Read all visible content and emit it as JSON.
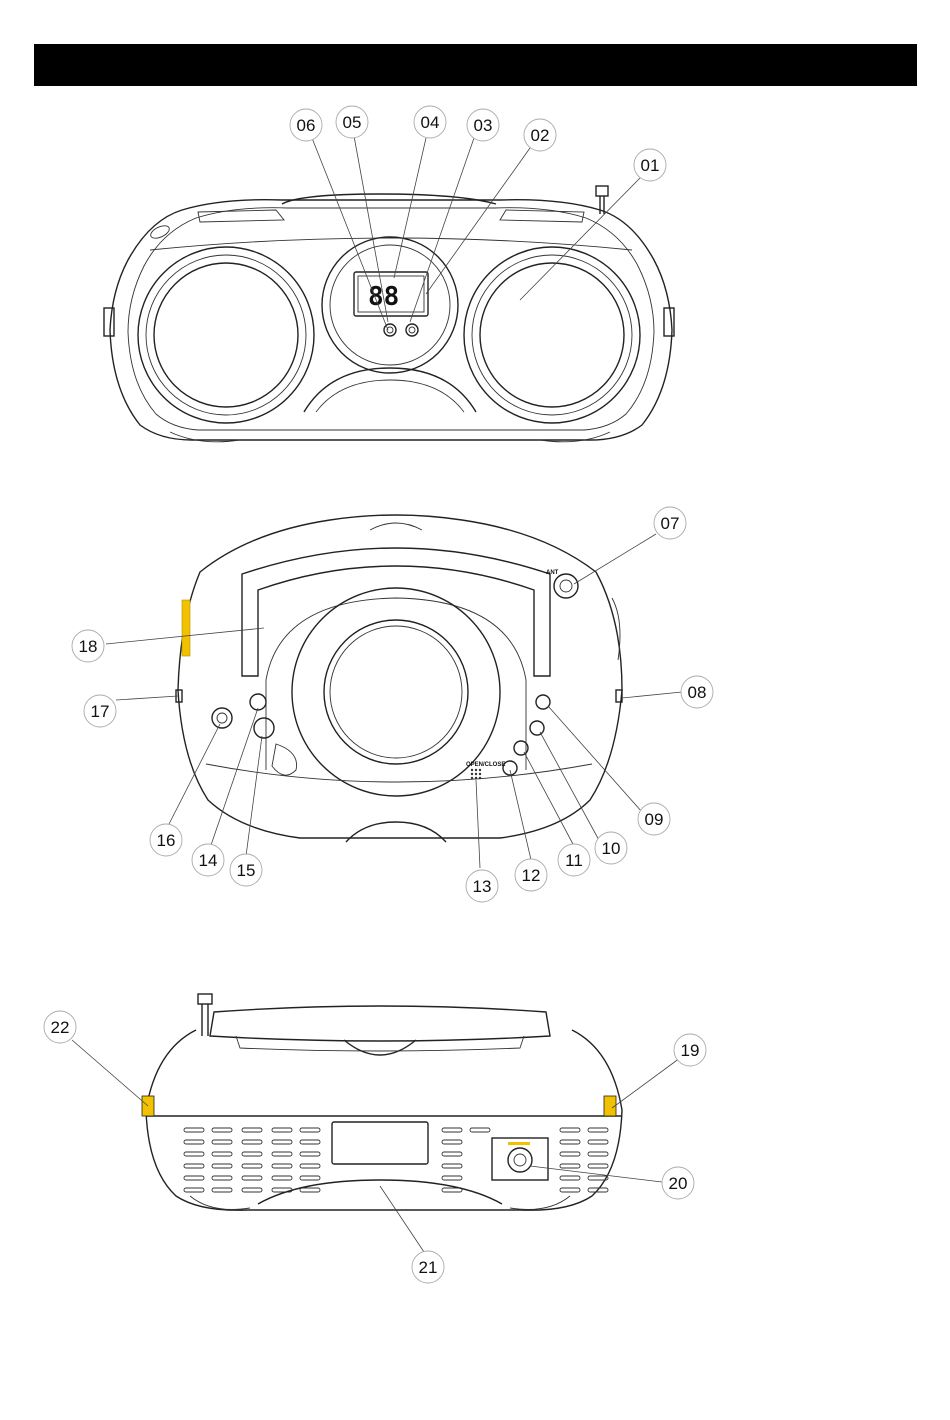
{
  "callouts": [
    {
      "id": "01",
      "label": "01"
    },
    {
      "id": "02",
      "label": "02"
    },
    {
      "id": "03",
      "label": "03"
    },
    {
      "id": "04",
      "label": "04"
    },
    {
      "id": "05",
      "label": "05"
    },
    {
      "id": "06",
      "label": "06"
    },
    {
      "id": "07",
      "label": "07"
    },
    {
      "id": "08",
      "label": "08"
    },
    {
      "id": "09",
      "label": "09"
    },
    {
      "id": "10",
      "label": "10"
    },
    {
      "id": "11",
      "label": "11"
    },
    {
      "id": "12",
      "label": "12"
    },
    {
      "id": "13",
      "label": "13"
    },
    {
      "id": "14",
      "label": "14"
    },
    {
      "id": "15",
      "label": "15"
    },
    {
      "id": "16",
      "label": "16"
    },
    {
      "id": "17",
      "label": "17"
    },
    {
      "id": "18",
      "label": "18"
    },
    {
      "id": "19",
      "label": "19"
    },
    {
      "id": "20",
      "label": "20"
    },
    {
      "id": "21",
      "label": "21"
    },
    {
      "id": "22",
      "label": "22"
    }
  ],
  "front_view": {
    "display_digits": "88"
  },
  "top_view": {
    "antenna_label": "ANT",
    "cd_door_label": "OPEN/CLOSE"
  },
  "colors": {
    "header_bar": "#000000",
    "accent_yellow": "#f2c200"
  }
}
